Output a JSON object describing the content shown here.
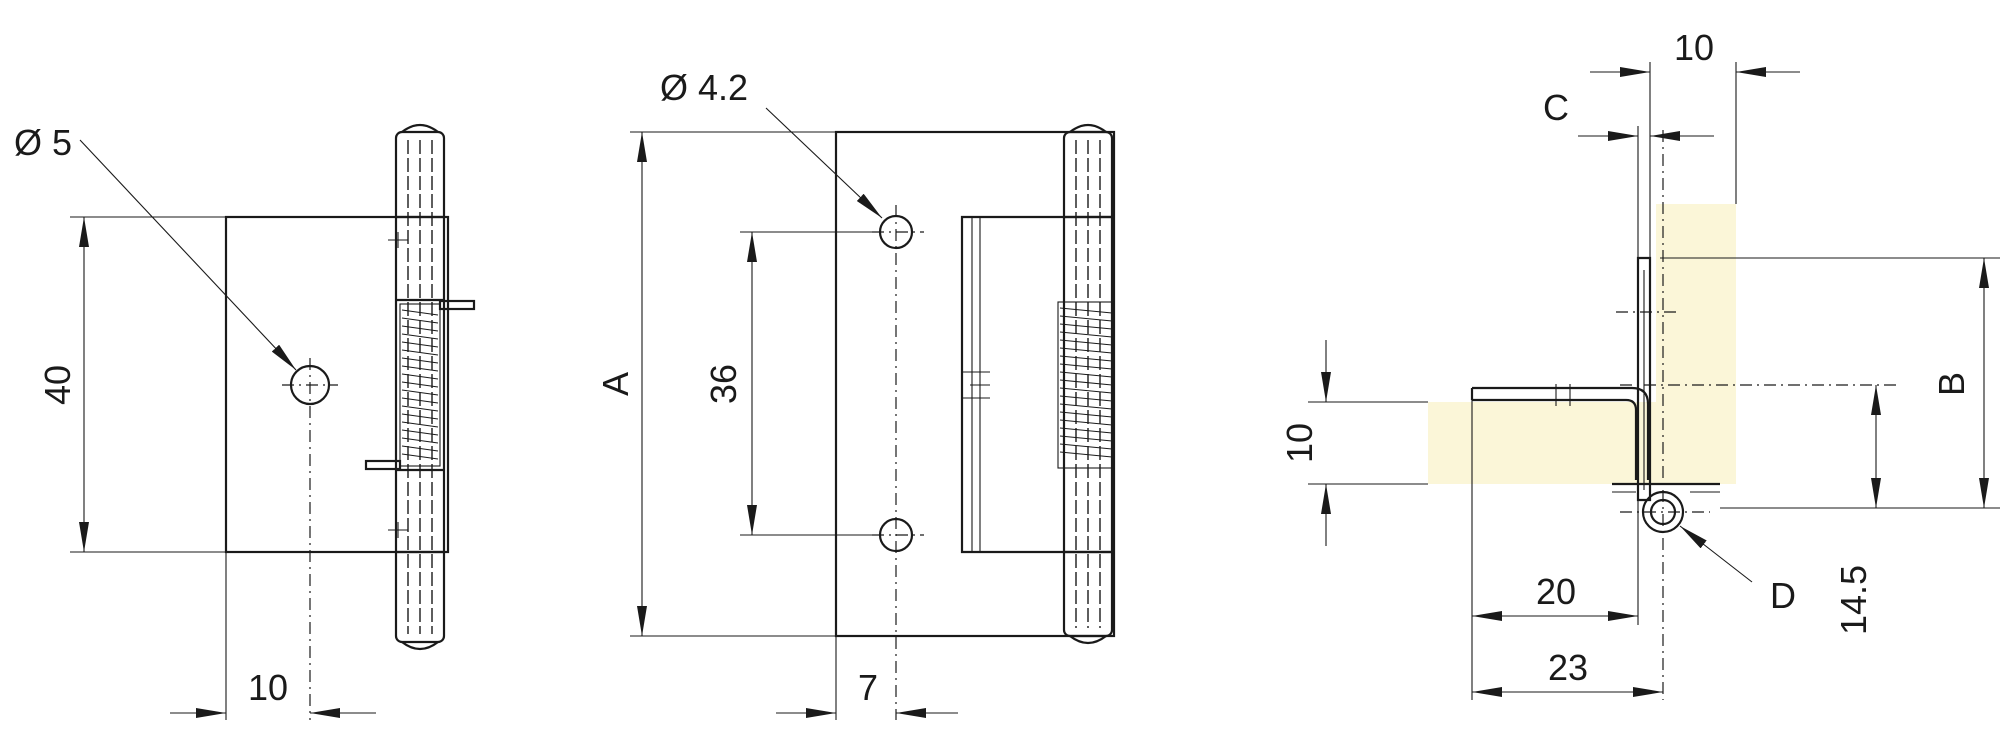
{
  "views": {
    "front": {
      "hole_dia": "Ø 5",
      "height": "40",
      "offset": "10"
    },
    "rear": {
      "hole_dia": "Ø 4.2",
      "overall_height": "A",
      "hole_spacing": "36",
      "offset": "7"
    },
    "section": {
      "top_width": "10",
      "c_label": "C",
      "b_label": "B",
      "thickness": "10",
      "d_label": "D",
      "pin_offset": "14.5",
      "leaf_width": "20",
      "overall_width": "23"
    }
  },
  "colors": {
    "wood": "#fbf6d8",
    "line": "#1a1a1a"
  }
}
